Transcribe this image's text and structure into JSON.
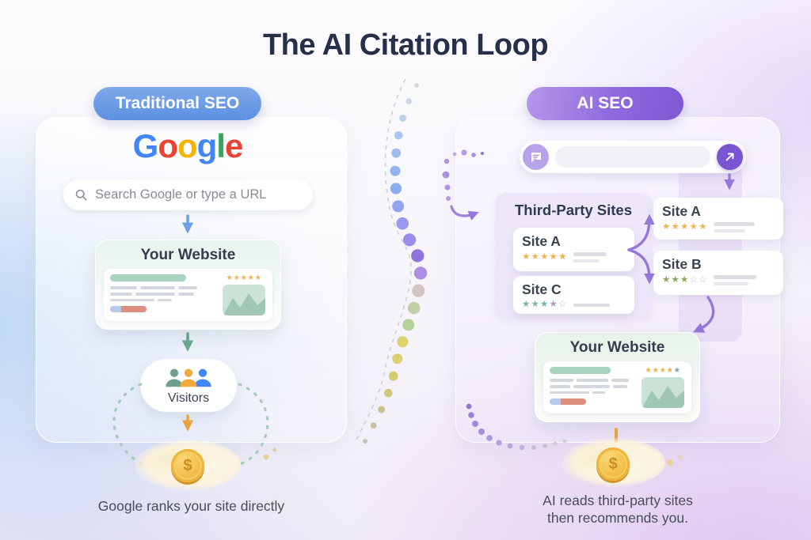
{
  "title": "The AI Citation Loop",
  "left": {
    "badge": "Traditional SEO",
    "google_letters": [
      [
        "G",
        "#4285F4"
      ],
      [
        "o",
        "#EA4335"
      ],
      [
        "o",
        "#F4B400"
      ],
      [
        "g",
        "#4285F4"
      ],
      [
        "l",
        "#34A853"
      ],
      [
        "e",
        "#EA4335"
      ]
    ],
    "search_placeholder": "Search Google or type a URL",
    "website": {
      "title": "Your Website",
      "stars": [
        "gold",
        "gold",
        "gold",
        "gold",
        "gold"
      ]
    },
    "visitors_label": "Visitors",
    "coin_symbol": "$",
    "caption": "Google ranks your site directly"
  },
  "right": {
    "badge": "AI SEO",
    "third_party": {
      "heading": "Third-Party Sites",
      "sites": [
        {
          "name": "Site A",
          "stars": [
            "gold",
            "gold",
            "gold",
            "gold",
            "gold"
          ]
        },
        {
          "name": "Site C",
          "stars": [
            "teal",
            "teal",
            "teal",
            "muted",
            "outline"
          ]
        }
      ]
    },
    "cited": [
      {
        "name": "Site A",
        "stars": [
          "gold",
          "gold",
          "gold",
          "gold",
          "gold"
        ]
      },
      {
        "name": "Site B",
        "stars": [
          "olive",
          "olive",
          "olive",
          "outline",
          "outline"
        ]
      }
    ],
    "website": {
      "title": "Your Website",
      "stars": [
        "gold",
        "gold",
        "gold",
        "gold",
        "blue"
      ]
    },
    "coin_symbol": "$",
    "caption_line1": "AI reads third-party sites",
    "caption_line2": "then recommends you."
  },
  "divider_dot_colors": [
    "#d9dade",
    "#ccd6e6",
    "#bccfec",
    "#abc6ee",
    "#9dbcf0",
    "#92b3f0",
    "#8cabf1",
    "#90a4f1",
    "#979af0",
    "#9e8ceb",
    "#8f74dc",
    "#a98ee2",
    "#d3c6c0",
    "#c2d2a4",
    "#b6d29a",
    "#dfd372",
    "#dcd06c",
    "#d7cb70",
    "#d2c67c",
    "#ccc08c",
    "#c7c0a2",
    "#c3c2bf"
  ],
  "palette": {
    "traditional_badge_top": "#7fa9ea",
    "traditional_badge_bottom": "#5c90e1",
    "ai_badge_left": "#b697ea",
    "ai_badge_right": "#7e57d2",
    "arrow_blue": "#6fa3e8",
    "arrow_green": "#6aa68c",
    "arrow_orange": "#eba53f",
    "arrow_purple": "#9577d8",
    "star_gold": "#f0b455",
    "star_teal": "#6fb8ab",
    "star_olive": "#8ca75f",
    "star_blue": "#88a0c8",
    "star_outline": "#b9bcc6",
    "coin_gold": "#f2c14e",
    "loop_dash_teal": "#a4ccb8",
    "trail_purple": "#a98fdf"
  }
}
